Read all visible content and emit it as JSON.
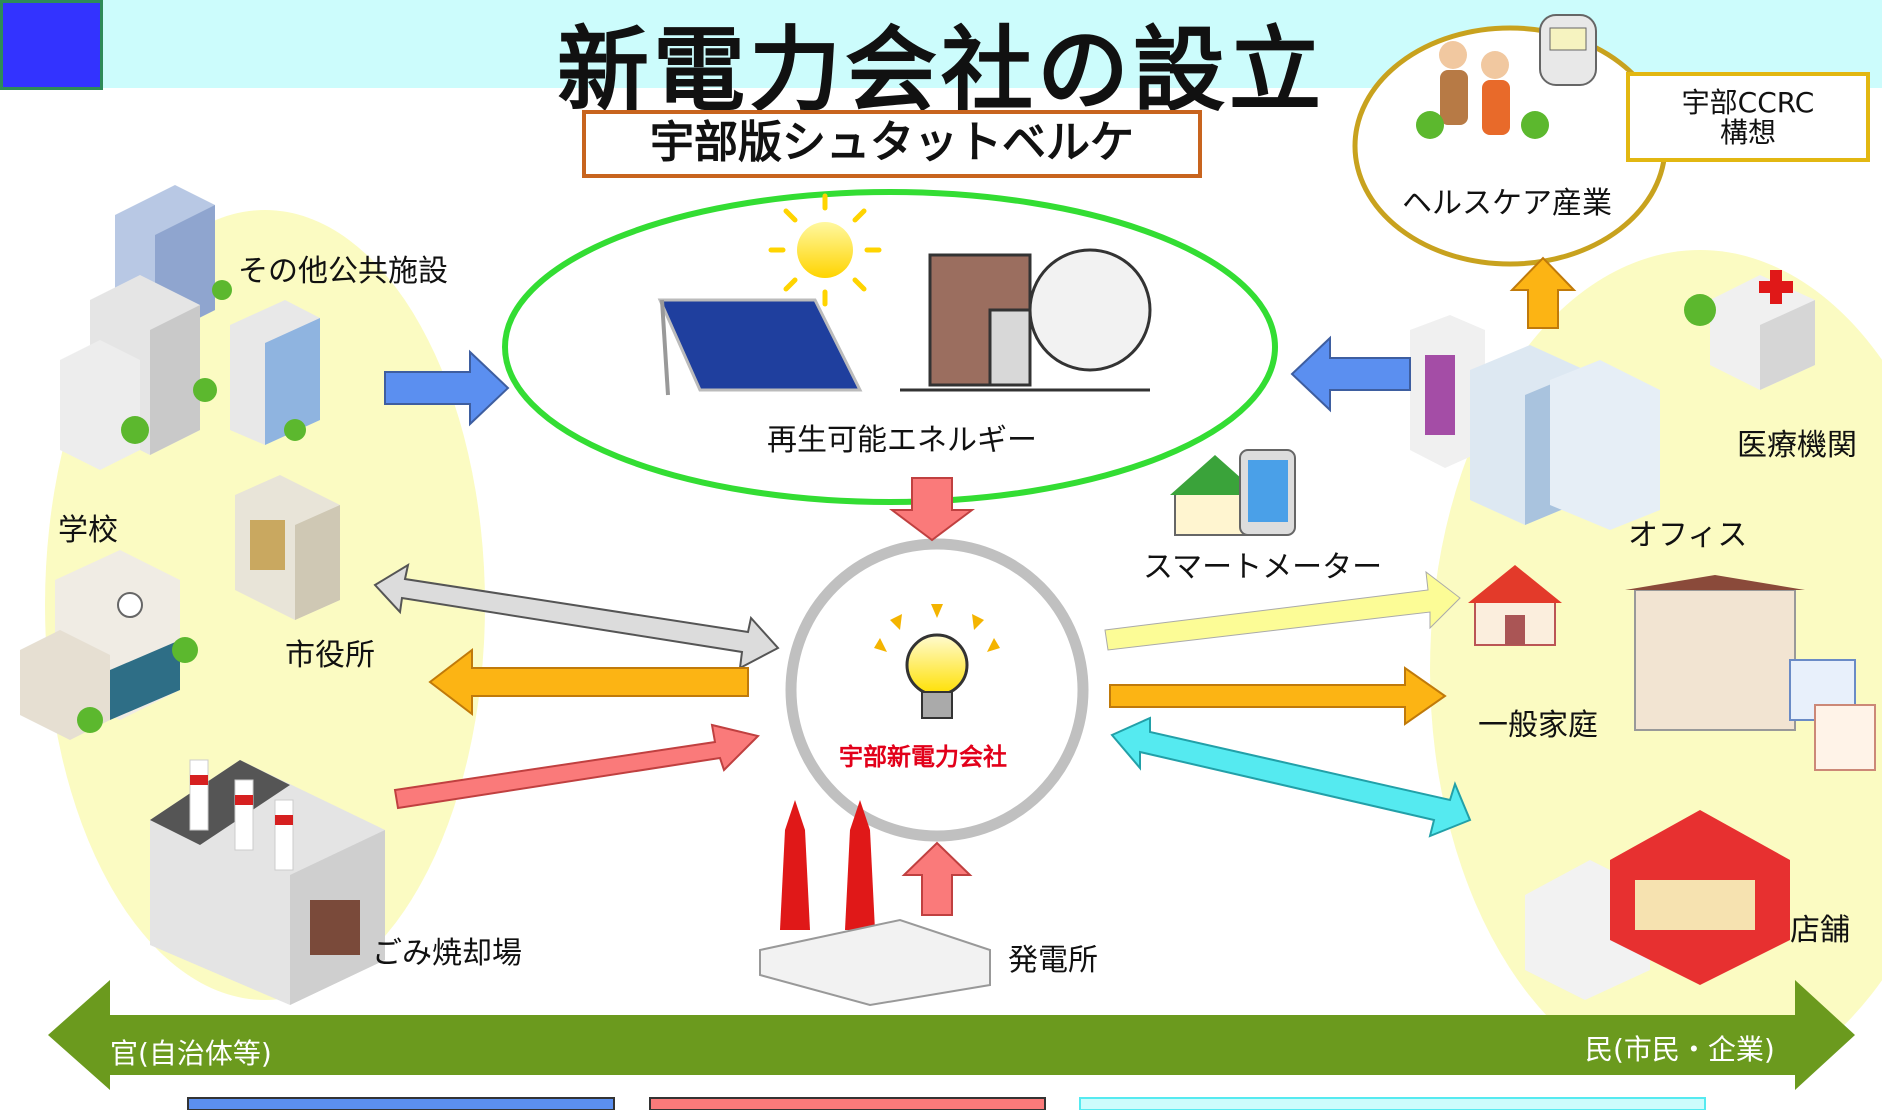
{
  "title": "新電力会社の設立",
  "subtitle": "宇部版シュタットベルケ",
  "ccrc": {
    "line1": "宇部CCRC",
    "line2": "構想"
  },
  "labels": {
    "other_public": "その他公共施設",
    "school": "学校",
    "city_hall": "市役所",
    "incinerator": "ごみ焼却場",
    "renewable": "再生可能エネルギー",
    "company": "宇部新電力会社",
    "power_plant": "発電所",
    "smart_meter": "スマートメーター",
    "healthcare": "ヘルスケア産業",
    "medical": "医療機関",
    "office": "オフィス",
    "household": "一般家庭",
    "store": "店舗"
  },
  "band": {
    "left": "官(自治体等)",
    "right": "民(市民・企業)"
  },
  "colors": {
    "header_band": "#ccfcfc",
    "corner_box": "#3333ff",
    "subtitle_border": "#c8641e",
    "ccrc_border": "#e2b711",
    "renewable_ring": "#33dd33",
    "company_ring": "#c0c0c0",
    "side_ellipse": "#fbfbc2",
    "band_green": "#6b9a1e",
    "arrow_blue": "#5b8ff0",
    "arrow_pink": "#fa7a7a",
    "arrow_orange": "#fcb414",
    "arrow_yellow": "#fcfc96",
    "arrow_cyan": "#55eaf0",
    "arrow_gray": "#dcdcdc"
  },
  "icons": [
    "office-building-icon",
    "school-icon",
    "city-hall-icon",
    "incinerator-icon",
    "solar-panel-icon",
    "sun-icon",
    "biomass-tank-icon",
    "light-bulb-icon",
    "power-plant-icon",
    "smart-meter-icon",
    "hospital-icon",
    "house-icon",
    "shop-icon",
    "elderly-people-icon",
    "pedometer-icon"
  ]
}
